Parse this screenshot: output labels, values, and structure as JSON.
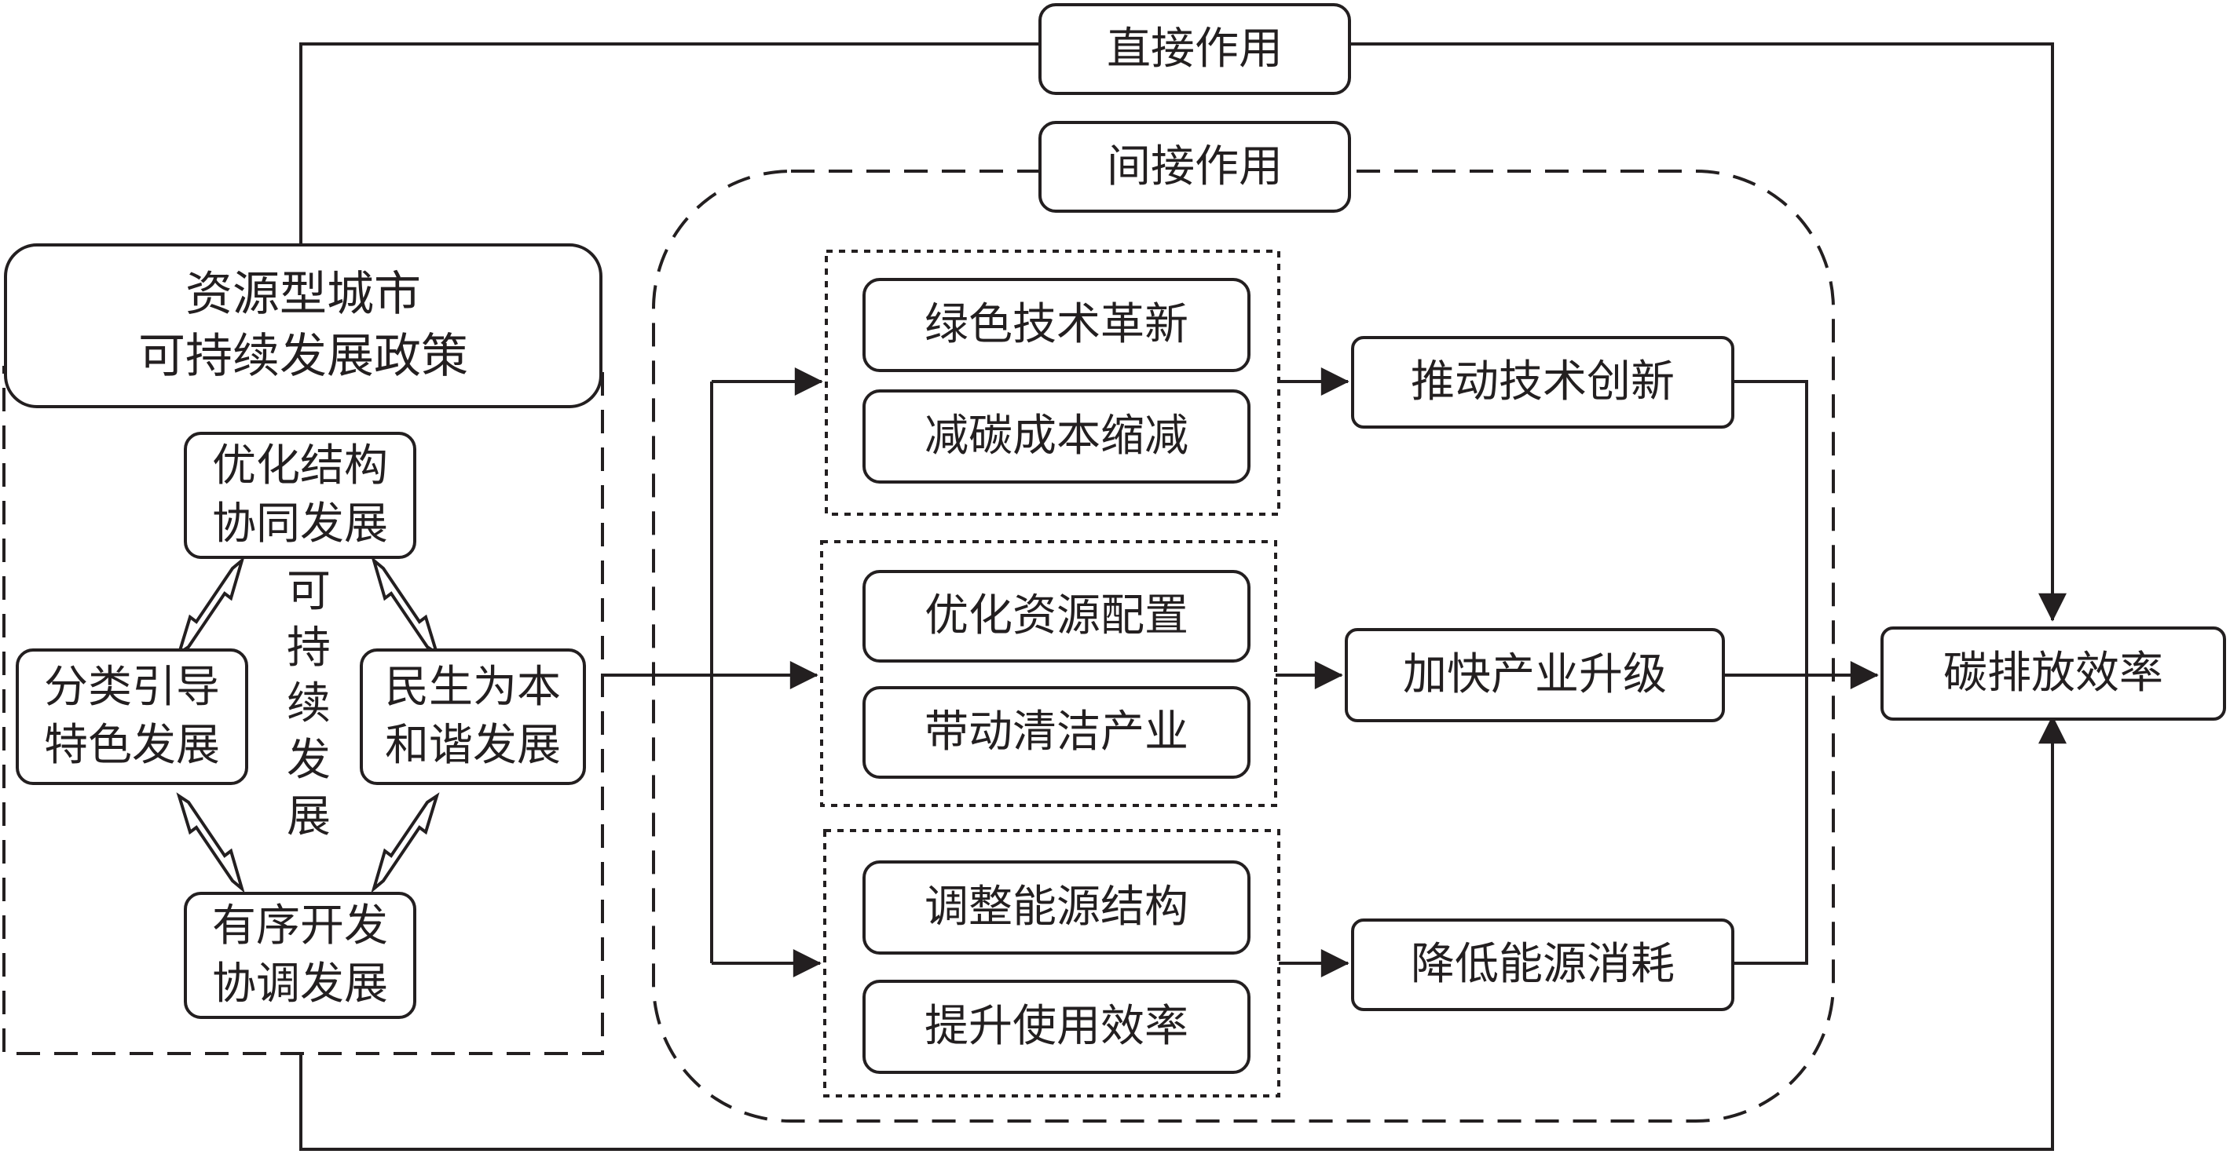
{
  "labels": {
    "direct": "直接作用",
    "indirect": "间接作用",
    "policy": "资源型城市\n可持续发展政策",
    "sustainable": "可\n持\n续\n发\n展"
  },
  "principles": {
    "optimize": "优化结构\n协同发展",
    "classify": "分类引导\n特色发展",
    "livelihood": "民生为本\n和谐发展",
    "orderly": "有序开发\n协调发展"
  },
  "groups": [
    {
      "items": [
        "绿色技术革新",
        "减碳成本缩减"
      ],
      "effect": "推动技术创新"
    },
    {
      "items": [
        "优化资源配置",
        "带动清洁产业"
      ],
      "effect": "加快产业升级"
    },
    {
      "items": [
        "调整能源结构",
        "提升使用效率"
      ],
      "effect": "降低能源消耗"
    }
  ],
  "outcome": "碳排放效率",
  "colors": {
    "ink": "#231f20",
    "background": "#ffffff"
  }
}
